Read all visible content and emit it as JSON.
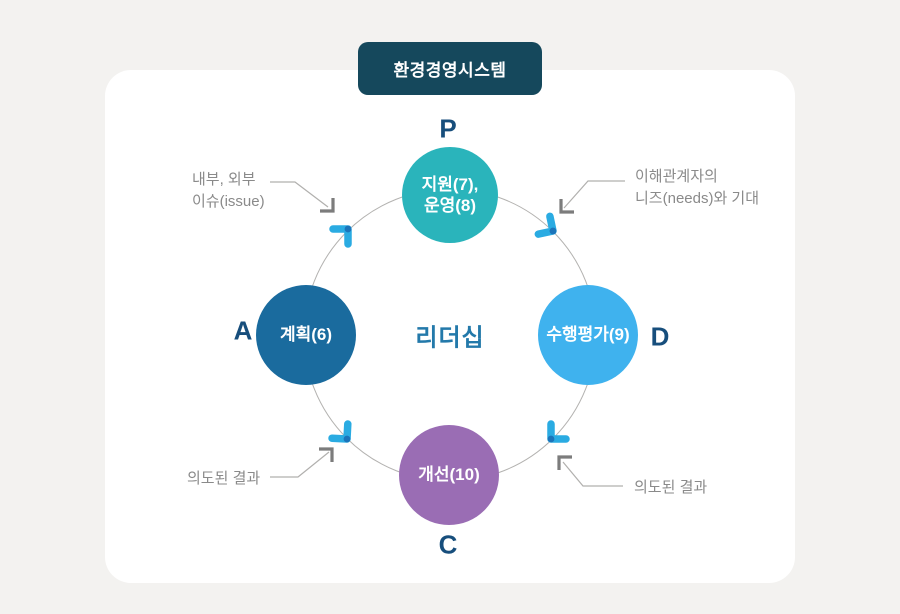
{
  "header": {
    "title": "환경경영시스템",
    "badge_color": "#15485c"
  },
  "center": {
    "label": "리더십",
    "color": "#2379aa"
  },
  "letters": {
    "top": "P",
    "right": "D",
    "bottom": "C",
    "left": "A",
    "color": "#174e7c"
  },
  "circles": {
    "top": {
      "label": "지원(7),\n운영(8)",
      "color": "#2ab4bb"
    },
    "right": {
      "label": "수행평가(9)",
      "color": "#3fb2ee"
    },
    "bottom": {
      "label": "개선(10)",
      "color": "#9a6db4"
    },
    "left": {
      "label": "계획(6)",
      "color": "#1a6b9e"
    }
  },
  "annotations": {
    "top_left": "내부, 외부\n이슈(issue)",
    "top_right": "이해관계자의\n니즈(needs)와 기대",
    "bottom_left": "의도된 결과",
    "bottom_right": "의도된 결과",
    "text_color": "#8a8a8a"
  },
  "icons": {
    "flow_arrow_color": "#2aabe2",
    "flow_arrow_dot_color": "#1b74ba",
    "leader_arrow_color": "#7c7c7c",
    "ring_color": "#b3b2b0"
  }
}
